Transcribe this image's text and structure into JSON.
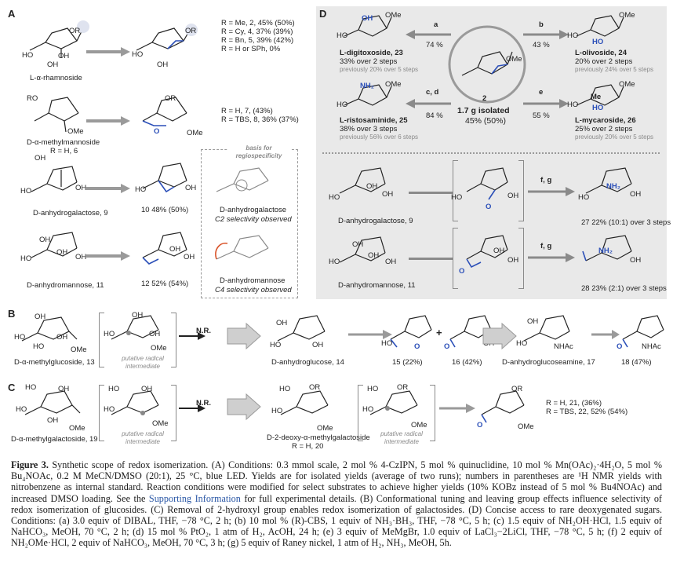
{
  "panels": {
    "A": "A",
    "B": "B",
    "C": "C",
    "D": "D"
  },
  "A": {
    "rhamnoside": {
      "name": "L-α-rhamnoside",
      "sub_top": "OR",
      "ho1": "HO",
      "ho2": "OH",
      "ho3": "OH"
    },
    "r_list_1": [
      "R = Me, 2, 45% (50%)",
      "R = Cy, 4, 37% (39%)",
      "R = Bn, 5, 39% (42%)",
      "R = H or SPh, 0%"
    ],
    "mannoside": {
      "name": "D-α-methylmannoside",
      "sub": "R = H, 6",
      "ro": "RO",
      "ome": "OMe"
    },
    "r_list_2": [
      "R = H, 7, (43%)",
      "R = TBS, 8, 36% (37%)"
    ],
    "anhydrogalactose": {
      "name": "D-anhydrogalactose, 9",
      "yield": "10  48% (50%)"
    },
    "anhydromannose": {
      "name": "D-anhydromannose, 11",
      "yield": "12  52% (54%)"
    },
    "basis": {
      "title1": "basis for",
      "title2": "regiospecificity",
      "gal_name": "D-anhydrogalactose",
      "gal_note": "C2 selectivity observed",
      "man_name": "D-anhydromannose",
      "man_note": "C4 selectivity observed"
    }
  },
  "D": {
    "left_arrows": [
      {
        "label": "a",
        "pct": "74 %"
      },
      {
        "label": "c, d",
        "pct": "84 %"
      }
    ],
    "right_arrows": [
      {
        "label": "b",
        "pct": "43 %"
      },
      {
        "label": "e",
        "pct": "55 %"
      }
    ],
    "center": {
      "num": "2",
      "amount": "1.7 g isolated",
      "yield": "45% (50%)"
    },
    "digitoxoside": {
      "name": "L-digitoxoside, 23",
      "line2": "33% over 2 steps",
      "line3": "previously 20% over 5 steps"
    },
    "olivoside": {
      "name": "L-olivoside, 24",
      "line2": "20% over 2 steps",
      "line3": "previously 24% over 5 steps"
    },
    "ristosaminide": {
      "name": "L-ristosaminide, 25",
      "line2": "38% over 3 steps",
      "line3": "previously 56% over 6 steps"
    },
    "mycaroside": {
      "name": "L-mycaroside, 26",
      "line2": "25% over 2 steps",
      "line3": "previously 20% over 5 steps"
    },
    "gal": {
      "name": "D-anhydrogalactose, 9",
      "cond": "f, g",
      "yield": "27  22% (10:1) over 3 steps"
    },
    "man": {
      "name": "D-anhydromannose, 11",
      "cond": "f, g",
      "yield": "28  23% (2:1) over 3 steps"
    }
  },
  "B": {
    "methylglucoside": "D-α-methylglucoside, 13",
    "putative": "putative radical intermediate",
    "nr": "N.R.",
    "anhydroglucose": "D-anhydroglucose, 14",
    "p15": "15  (22%)",
    "plus": "+",
    "p16": "16  (42%)",
    "anhydroglucoseamine": "D-anhydroglucoseamine, 17",
    "p18": "18  (47%)"
  },
  "C": {
    "methylgalactoside": "D-α-methylgalactoside, 19",
    "putative1": "putative radical intermediate",
    "nr": "N.R.",
    "deoxy_name": "D-2-deoxy-α-methylgalactoside",
    "deoxy_sub": "R = H, 20",
    "putative2": "putative radical intermediate",
    "r_list": [
      "R = H, 21, (36%)",
      "R = TBS, 22, 52% (54%)"
    ]
  },
  "caption": {
    "title": "Figure 3.",
    "body1": "Synthetic scope of redox isomerization. (A) Conditions: 0.3 mmol scale, 2 mol % 4-CzIPN, 5 mol % quinuclidine, 10 mol % Mn(OAc)₂·4H₂O, 5 mol % Bu₄NOAc, 0.2 M MeCN/DMSO (20:1), 25 °C, blue LED. Yields are for isolated yields (average of two runs); numbers in parentheses are ¹H NMR yields with nitrobenzene as internal standard. Reaction conditions were modified for select substrates to achieve higher yields (10% KOBz instead of 5 mol % Bu4NOAc) and increased DMSO loading. See the ",
    "link": "Supporting Information",
    "body2": " for full experimental details. (B) Conformational tuning and leaving group effects influence selectivity of redox isomerization of glucosides. (C) Removal of 2-hydroxyl group enables redox isomerization of galactosides. (D) Concise access to rare deoxygenated sugars. Conditions: (a) 3.0 equiv of DIBAL, THF, −78 °C, 2 h; (b) 10 mol % (R)-CBS, 1 equiv of NH₃·BH₃, THF, −78 °C, 5 h; (c) 1.5 equiv of NH₂OH·HCl, 1.5 equiv of NaHCO₃, MeOH, 70 °C, 2 h; (d) 15 mol % PtO₂, 1 atm of H₂, AcOH, 24 h; (e) 3 equiv of MeMgBr, 1.0 equiv of LaCl₃−2LiCl, THF, −78 °C, 5 h; (f) 2 equiv of NH₂OMe·HCl, 2 equiv of NaHCO₃, MeOH, 70 °C, 3 h; (g) 5 equiv of Raney nickel, 1 atm of H₂, NH₃, MeOH, 5h."
  }
}
